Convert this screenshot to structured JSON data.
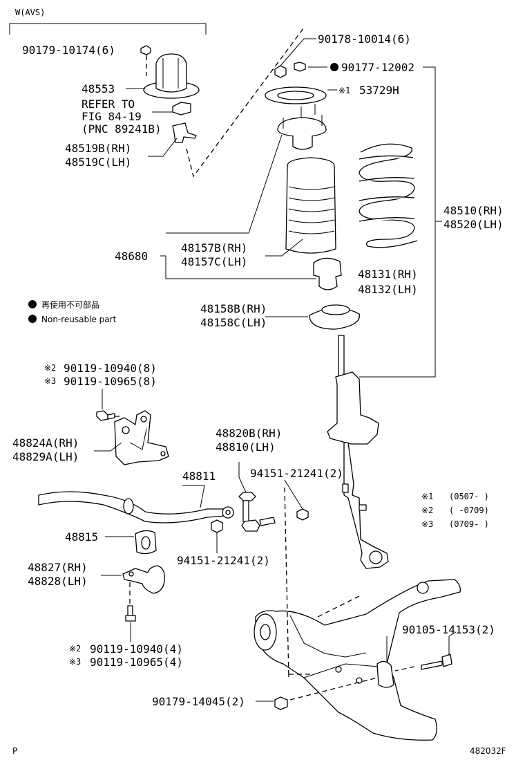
{
  "header": {
    "variant": "W(AVS)"
  },
  "labels": {
    "nut_90179_10174": "90179-10174(6)",
    "cap_48553": "48553",
    "refer_to_1": "REFER TO",
    "refer_to_2": "FIG 84-19",
    "refer_to_3": "(PNC 89241B)",
    "bracket_48519b": "48519B(RH)",
    "bracket_48519c": "48519C(LH)",
    "nut_90178_10014": "90178-10014(6)",
    "nut_90177_12002": "90177-12002",
    "seat_53729h_mark": "※1",
    "seat_53729h": "53729H",
    "spring_assy_rh": "48510(RH)",
    "spring_assy_lh": "48520(LH)",
    "support_48680": "48680",
    "bound_48157b": "48157B(RH)",
    "bound_48157c": "48157C(LH)",
    "spring_48131": "48131(RH)",
    "spring_48132": "48132(LH)",
    "insulator_48158b": "48158B(RH)",
    "insulator_48158c": "48158C(LH)",
    "legend_jp": "再使用不可部品",
    "legend_en": "Non-reusable part",
    "bolt_top_mark2": "※2",
    "bolt_top_1": "90119-10940(8)",
    "bolt_top_mark3": "※3",
    "bolt_top_2": "90119-10965(8)",
    "bracket_48824a": "48824A(RH)",
    "bracket_48829a": "48829A(LH)",
    "link_48820b": "48820B(RH)",
    "link_48810": "48810(LH)",
    "bar_48811": "48811",
    "nut_94151_top": "94151-21241(2)",
    "bush_48815": "48815",
    "nut_94151_bottom": "94151-21241(2)",
    "bracket_48827": "48827(RH)",
    "bracket_48828": "48828(LH)",
    "bolt_bot_mark2": "※2",
    "bolt_bot_1": "90119-10940(4)",
    "bolt_bot_mark3": "※3",
    "bolt_bot_2": "90119-10965(4)",
    "bolt_90105": "90105-14153(2)",
    "nut_90179_14045": "90179-14045(2)",
    "note1_mark": "※1",
    "note1_range": "(0507-    )",
    "note2_mark": "※2",
    "note2_range": "(     -0709)",
    "note3_mark": "※3",
    "note3_range": "(0709-    )"
  },
  "footer": {
    "left": "P",
    "right": "482032F"
  }
}
